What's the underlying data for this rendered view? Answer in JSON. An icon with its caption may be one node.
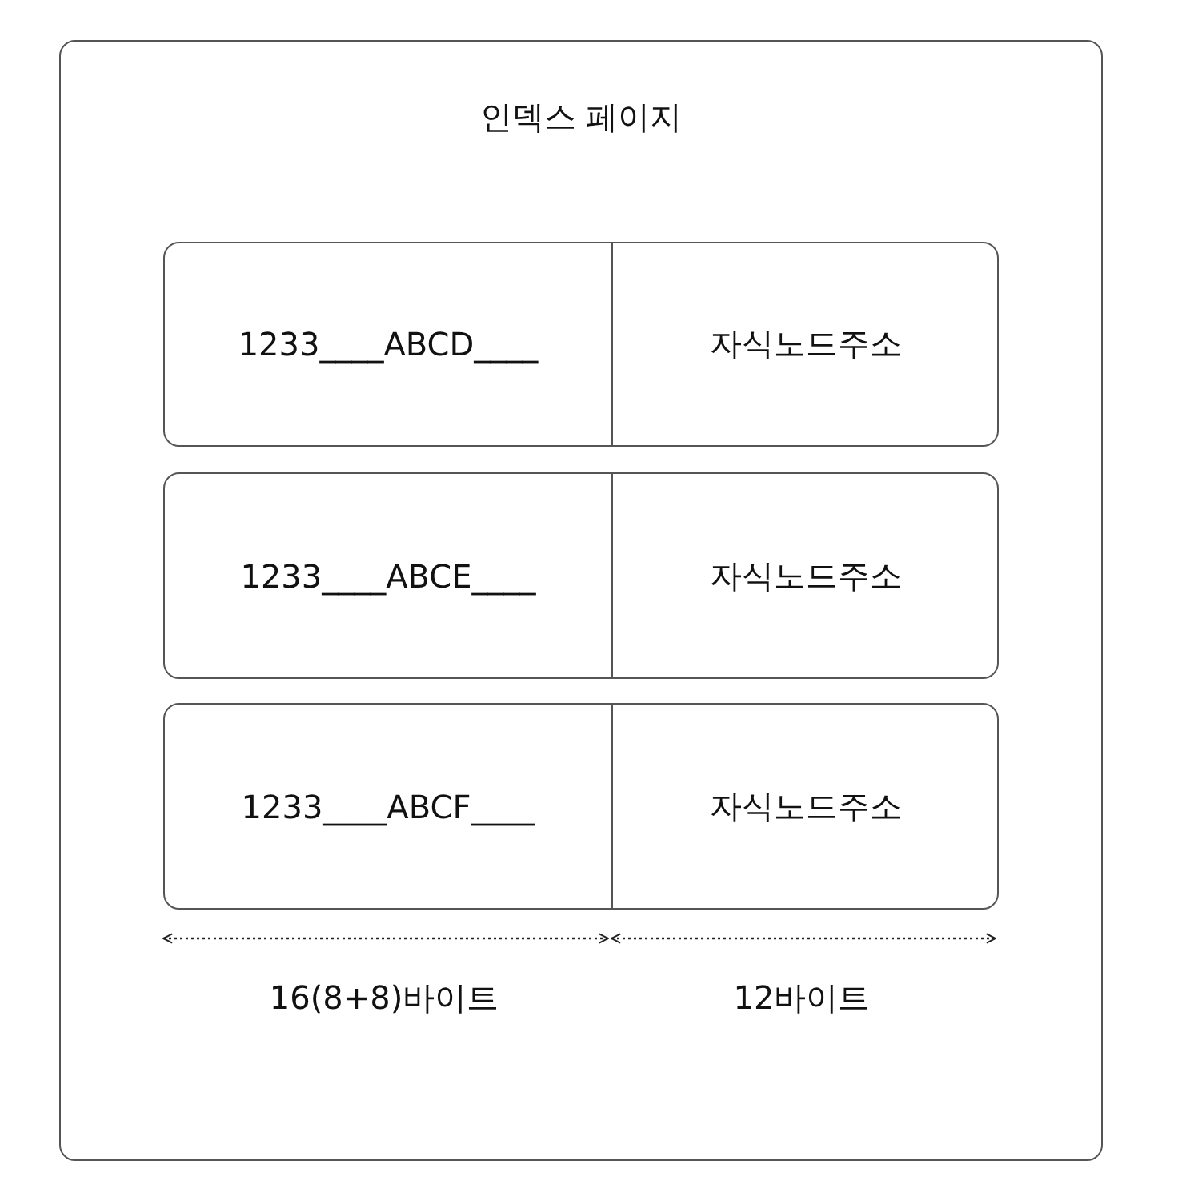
{
  "diagram": {
    "nodes": [
      {
        "text": [
          "인덱스 페이지"
        ]
      },
      {
        "text": [
          "1233____ABCD____",
          "자식노드주소"
        ],
        "in": 0
      },
      {
        "text": [
          "1233____ABCE____",
          "자식노드주소"
        ],
        "in": 0
      },
      {
        "text": [
          "1233____ABCF____",
          "자식노드주소"
        ],
        "in": 0
      }
    ],
    "labels": [
      "16(8+8)바이트",
      "12바이트"
    ]
  }
}
